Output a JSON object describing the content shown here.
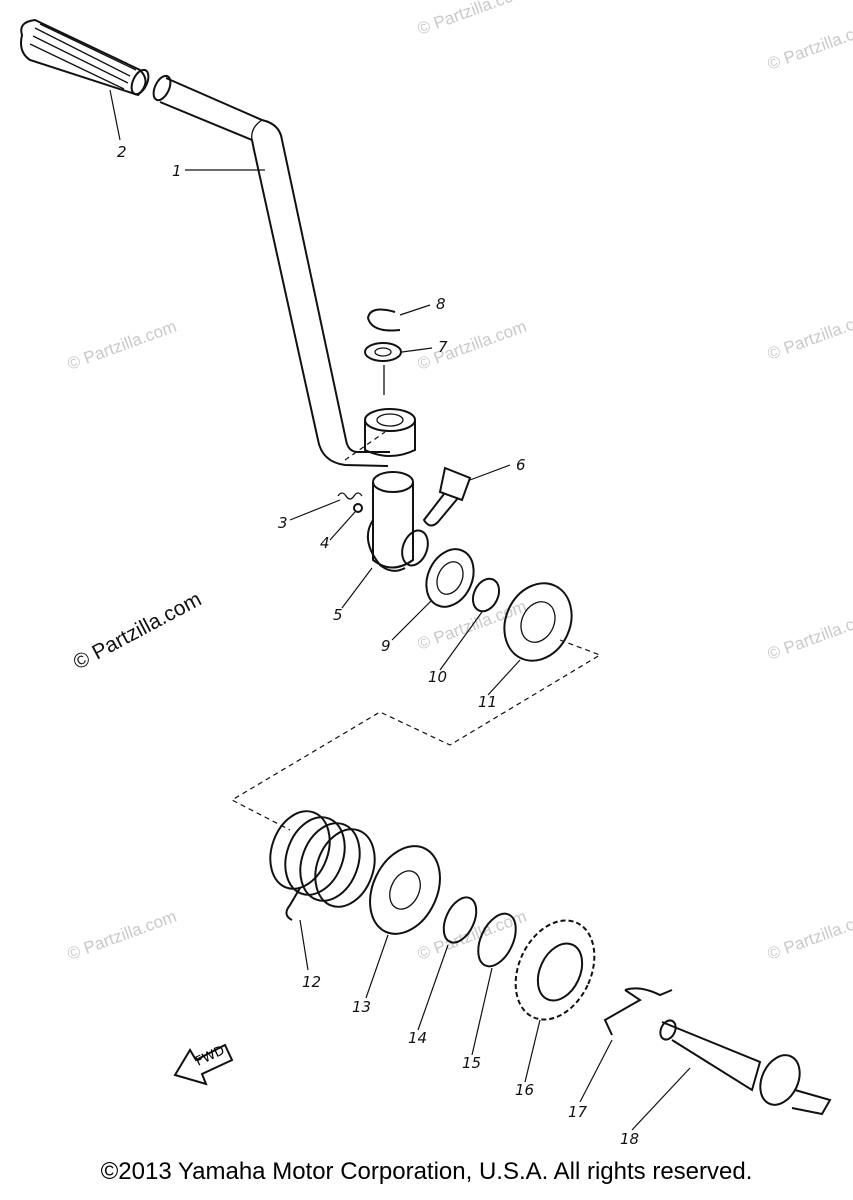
{
  "watermark": "© Partzilla.com",
  "watermark_main": "© Partzilla.com",
  "fwd_label": "FWD",
  "copyright": "©2013 Yamaha Motor Corporation, U.S.A. All rights reserved.",
  "callouts": {
    "p1": "1",
    "p2": "2",
    "p3": "3",
    "p4": "4",
    "p5": "5",
    "p6": "6",
    "p7": "7",
    "p8": "8",
    "p9": "9",
    "p10": "10",
    "p11": "11",
    "p12": "12",
    "p13": "13",
    "p14": "14",
    "p15": "15",
    "p16": "16",
    "p17": "17",
    "p18": "18"
  }
}
